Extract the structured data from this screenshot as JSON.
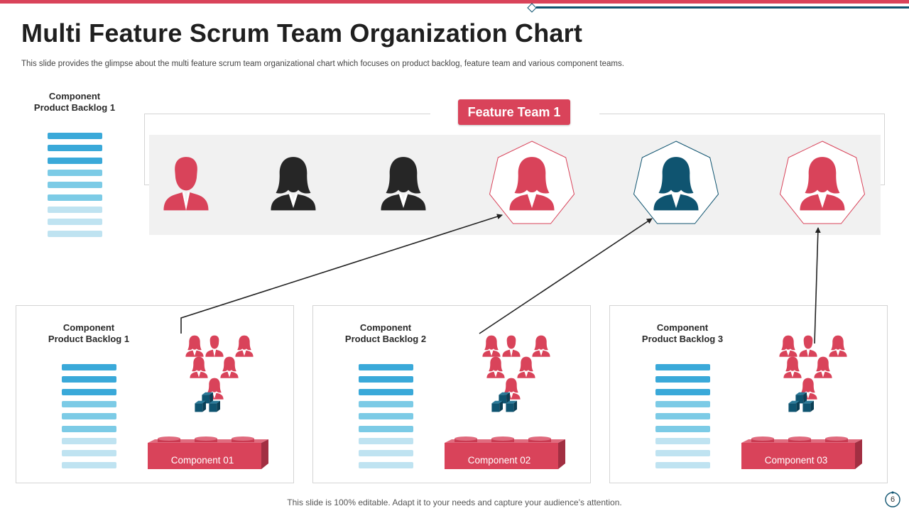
{
  "header": {
    "title": "Multi Feature Scrum Team Organization Chart",
    "subtitle": "This slide provides the glimpse about the multi feature scrum team organizational chart which focuses on product backlog, feature team and various component teams."
  },
  "product_backlog": {
    "title_line1": "Component",
    "title_line2": "Product Backlog 1"
  },
  "feature_team": {
    "label": "Feature Team 1",
    "members": [
      {
        "icon": "man-icon",
        "color": "#d9435a",
        "framed": false
      },
      {
        "icon": "woman-icon",
        "color": "#262626",
        "framed": false
      },
      {
        "icon": "woman-icon",
        "color": "#262626",
        "framed": false
      },
      {
        "icon": "woman-icon",
        "color": "#d9435a",
        "framed": true
      },
      {
        "icon": "woman-icon",
        "color": "#0f5470",
        "framed": true
      },
      {
        "icon": "woman-icon",
        "color": "#d9435a",
        "framed": true
      }
    ]
  },
  "component_teams": [
    {
      "backlog_line1": "Component",
      "backlog_line2": "Product Backlog 1",
      "component_label": "Component  01"
    },
    {
      "backlog_line1": "Component",
      "backlog_line2": "Product Backlog 2",
      "component_label": "Component  02"
    },
    {
      "backlog_line1": "Component",
      "backlog_line2": "Product Backlog 3",
      "component_label": "Component  03"
    }
  ],
  "colors": {
    "accent_red": "#d9435a",
    "navy": "#0f5470",
    "dark": "#262626",
    "bar_dark": "#3aa9d9",
    "bar_mid": "#7ccbe6",
    "bar_light": "#bfe3f1"
  },
  "footer": {
    "note": "This slide is 100% editable. Adapt it to your needs and capture your audience’s attention.",
    "page_number": "6"
  }
}
